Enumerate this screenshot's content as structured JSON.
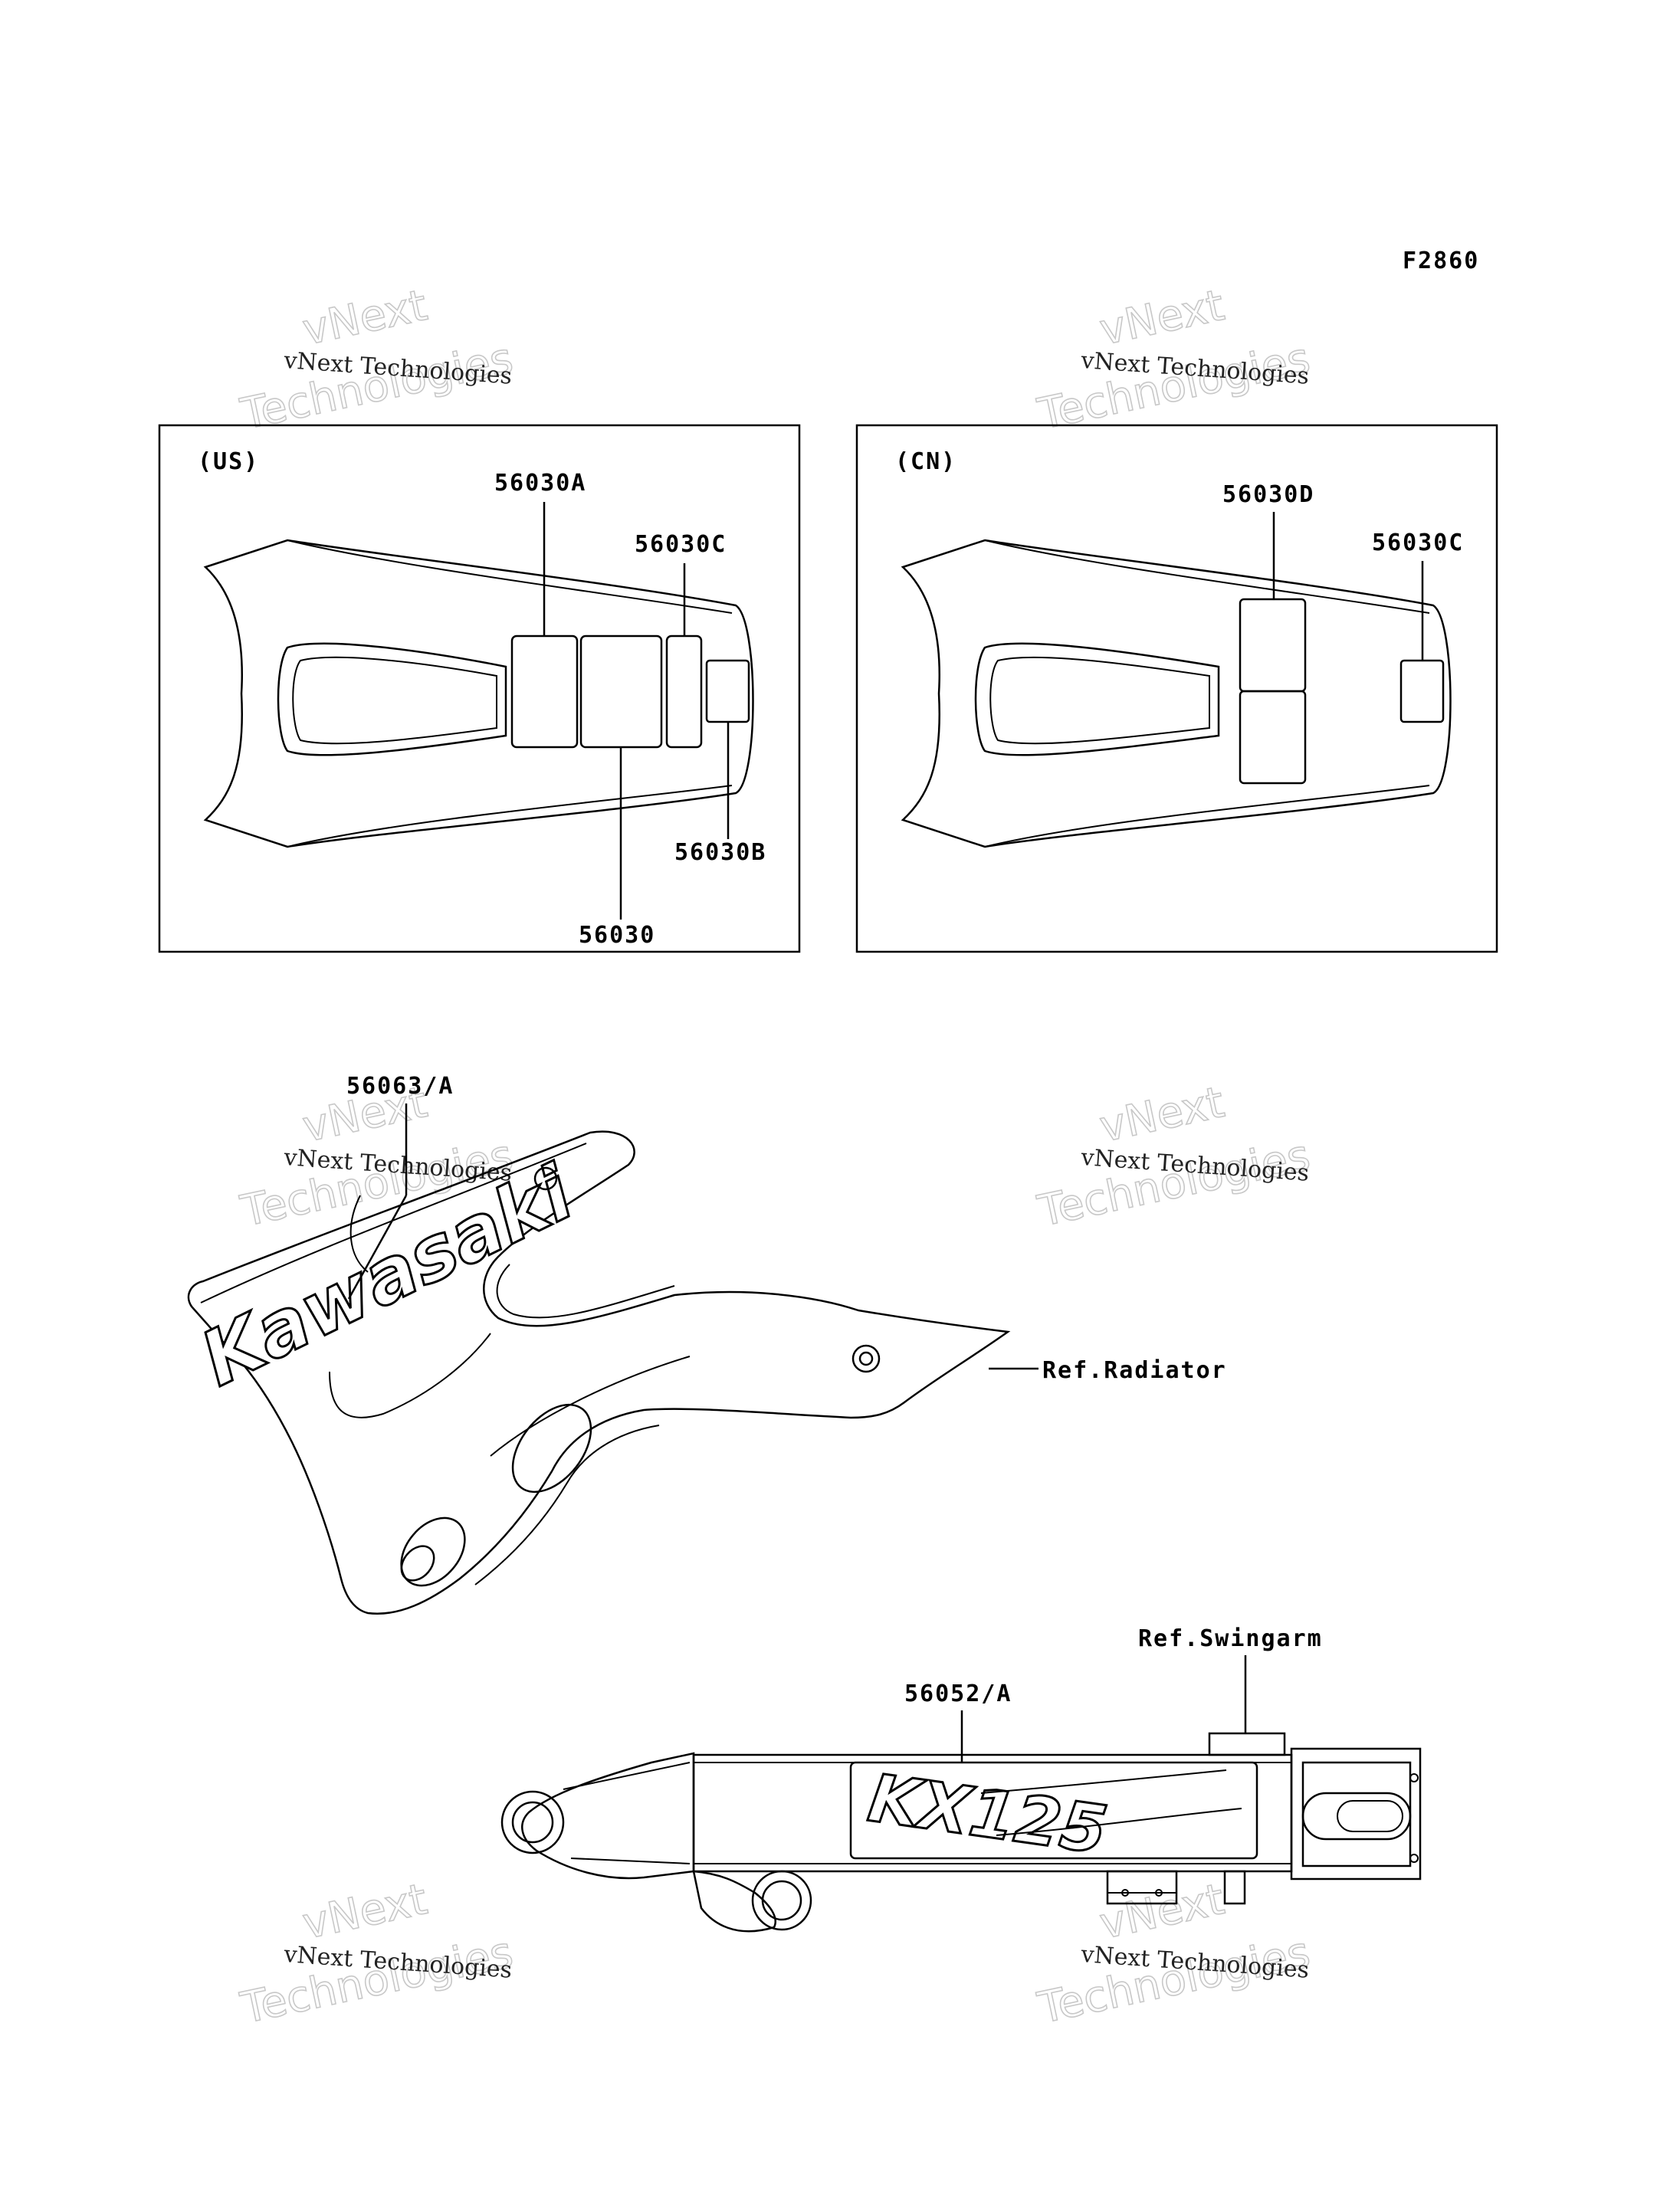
{
  "figure_code": "F2860",
  "panels": {
    "us": {
      "region": "(US)",
      "parts": [
        "56030A",
        "56030C",
        "56030B",
        "56030"
      ]
    },
    "cn": {
      "region": "(CN)",
      "parts": [
        "56030D",
        "56030C"
      ]
    }
  },
  "shroud": {
    "part": "56063/A",
    "ref": "Ref.Radiator",
    "logo_text": "Kawasaki"
  },
  "swingarm": {
    "part": "56052/A",
    "ref": "Ref.Swingarm",
    "logo_text": "KX125"
  },
  "watermark": {
    "line1": "vNext Technologies",
    "line2": "vNext",
    "line3": "Technologies"
  }
}
